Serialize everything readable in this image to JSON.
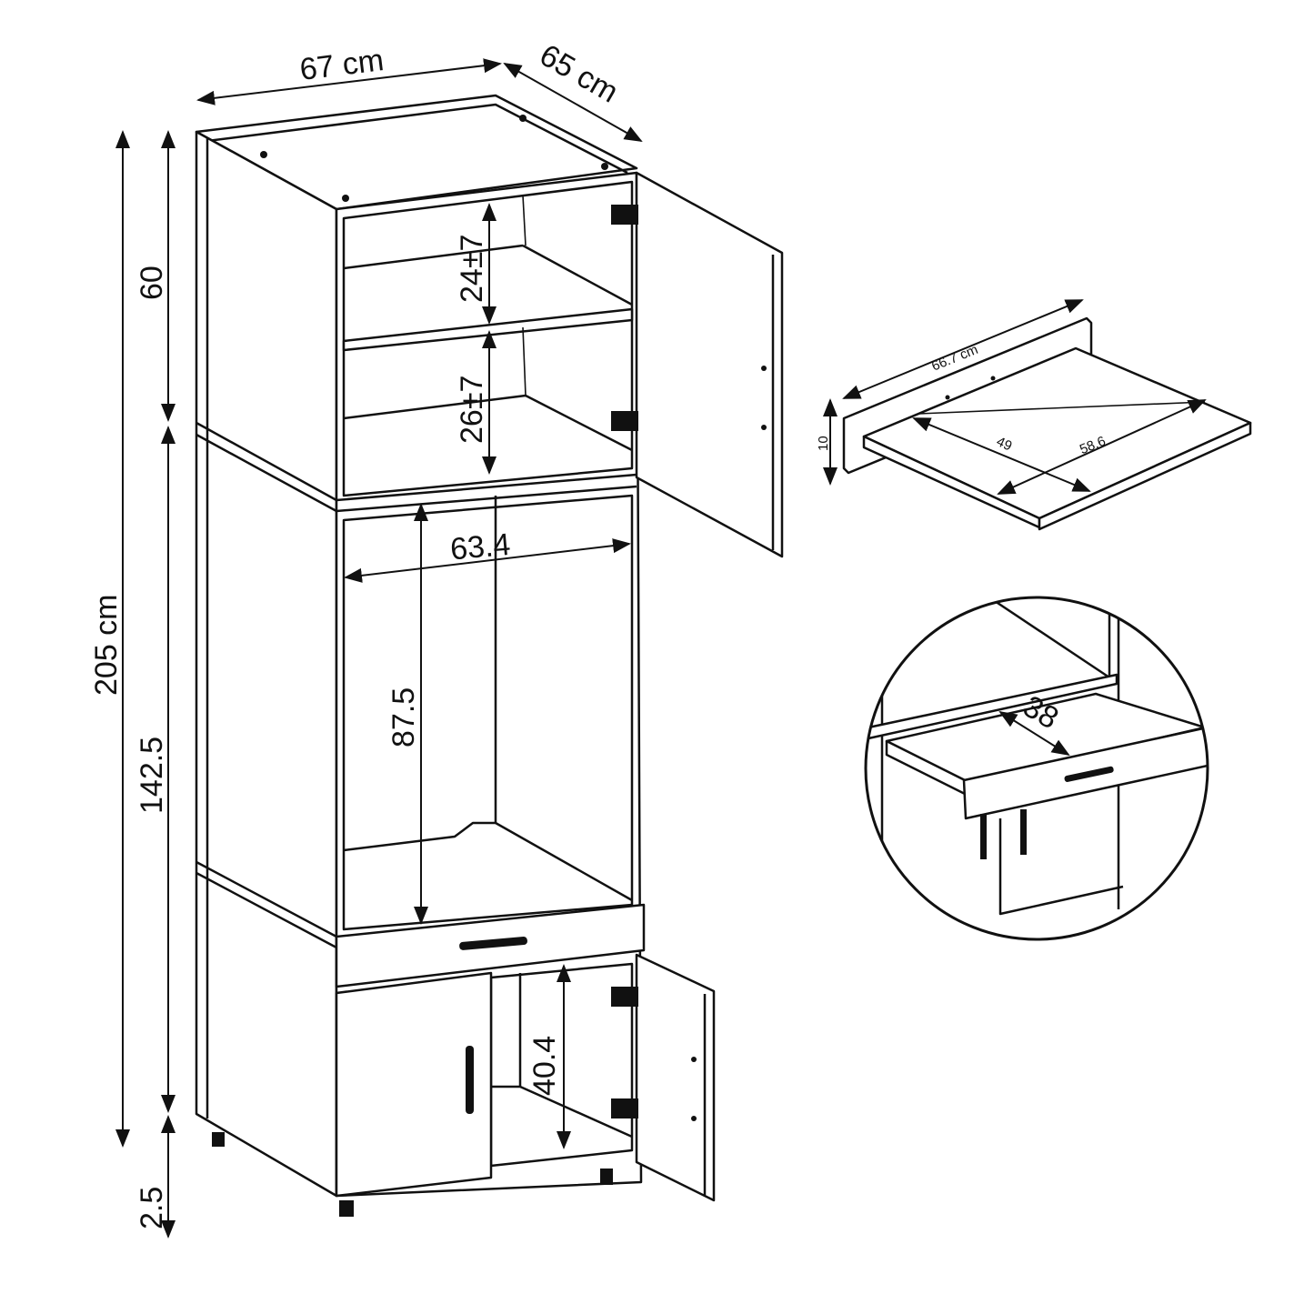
{
  "cabinet": {
    "width": "67 cm",
    "depth": "65 cm",
    "total_height": "205 cm",
    "upper_section_height": "60",
    "middle_section_height": "142.5",
    "leg_height": "2.5",
    "upper_shelf_spacing": "24±7",
    "lower_shelf_spacing": "26±7",
    "oven_niche_width": "63.4",
    "oven_niche_height": "87.5",
    "bottom_compartment_height": "40.4"
  },
  "shelf_detail": {
    "width": "66.7 cm",
    "height": "10",
    "inner_depth": "49",
    "inner_width": "58.6"
  },
  "drawer_detail": {
    "depth": "38"
  }
}
